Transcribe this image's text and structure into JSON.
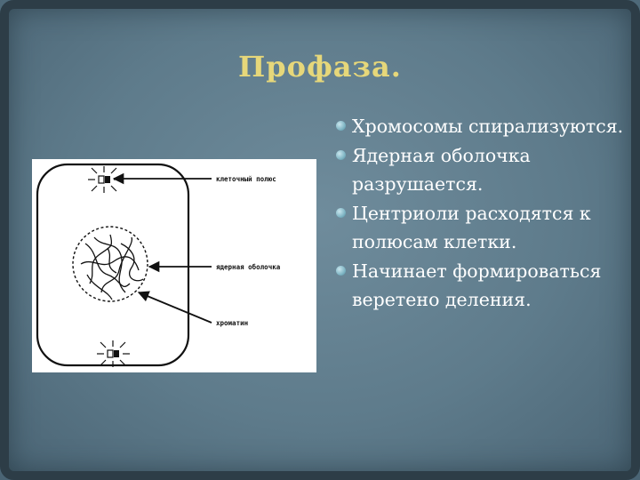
{
  "slide": {
    "title": "Профаза."
  },
  "diagram": {
    "labels": {
      "cell_pole": "клеточный полюс",
      "nuclear_envelope": "ядерная оболочка",
      "chromatin": "хроматин"
    }
  },
  "bullets": [
    "Хромосомы спирализуются.",
    "Ядерная оболочка разрушается.",
    "Центриоли расходятся к полюсам клетки.",
    "Начинает формироваться веретено деления."
  ],
  "colors": {
    "title": "#e6d77a",
    "background": "#6f8c9c",
    "text": "#ffffff"
  }
}
